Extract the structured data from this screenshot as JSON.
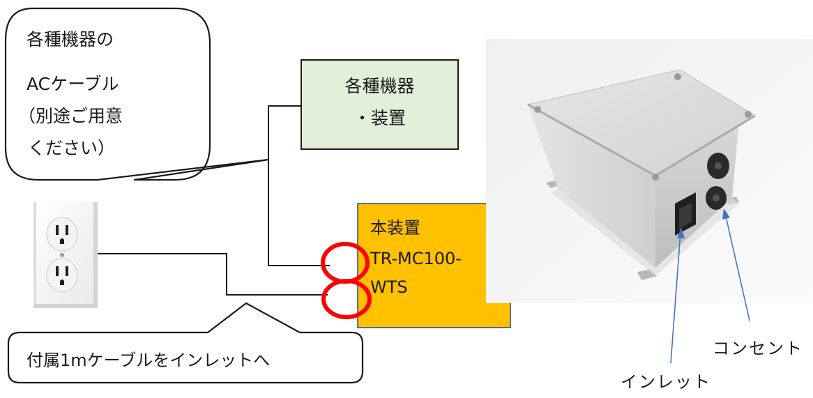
{
  "callout": {
    "lines": [
      "各種機器の",
      "ACケーブル",
      "（別途ご用意",
      "ください）"
    ]
  },
  "device_box": {
    "line1": "各種機器",
    "line2": "・装置",
    "fill": "#e2efd9"
  },
  "unit_box": {
    "line1": "本装置",
    "line2": "TR-MC100-",
    "line3": "WTS",
    "fill": "#ffc000",
    "border": "#2f5597"
  },
  "ring_color": "#ff0000",
  "bottom_callout": {
    "text": "付属1mケーブルをインレットへ"
  },
  "photo_labels": {
    "outlet": "コンセント",
    "inlet": "インレット",
    "arrow_color": "#4472c4"
  },
  "icons": {
    "wall_outlet": "wall-outlet-icon",
    "device_photo": "enclosure-photo"
  }
}
